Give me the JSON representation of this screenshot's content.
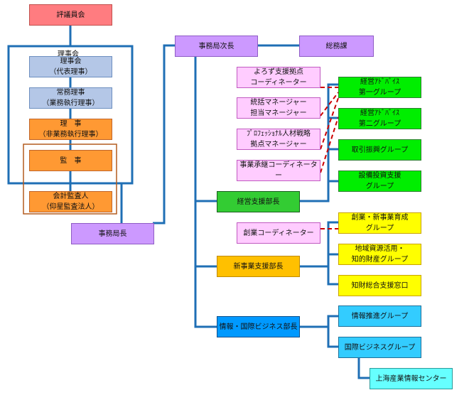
{
  "diagram": {
    "type": "organization-chart",
    "governance": {
      "council": "評議員会",
      "board_group_label": "理事会",
      "board_chair": "理事会\n（代表理事）",
      "executive_director": "常務理事\n（業務執行理事）",
      "directors": "理　事\n（非業務執行理事）",
      "auditor": "監　事",
      "accounting_auditor": "会計監査人\n（仰星監査法人）"
    },
    "secretariat": {
      "secretary_general": "事務局長",
      "deputy_secretary_general": "事務局次長",
      "general_affairs": "総務課"
    },
    "coordinators": [
      "よろず支援拠点\nコーディネーター",
      "統括マネージャー\n担当マネージャー",
      "ﾌﾟﾛﾌｪｯｼｮﾅﾙ人材戦略\n拠点マネージャー",
      "事業承継コーディネーター",
      "創業コーディネーター"
    ],
    "departments": [
      {
        "name": "経営支援部長",
        "groups": [
          "経営ｱﾄﾞﾊﾞｲｽ\n第一グループ",
          "経営ｱﾄﾞﾊﾞｲｽ\n第二グループ",
          "取引振興グループ",
          "設備投資支援\nグループ"
        ]
      },
      {
        "name": "新事業支援部長",
        "groups": [
          "創業・新事業育成\nグループ",
          "地域資源活用・\n知的財産グループ",
          "知財総合支援窓口"
        ]
      },
      {
        "name": "情報・国際ビジネス部長",
        "groups": [
          "情報推進グループ",
          "国際ビジネスグループ"
        ],
        "sub_units": [
          "上海産業情報センター"
        ]
      }
    ],
    "colors": {
      "connector": "#1f6fb5",
      "dotted_link": "#cc0000",
      "audit_frame": "#b35c1e"
    }
  }
}
